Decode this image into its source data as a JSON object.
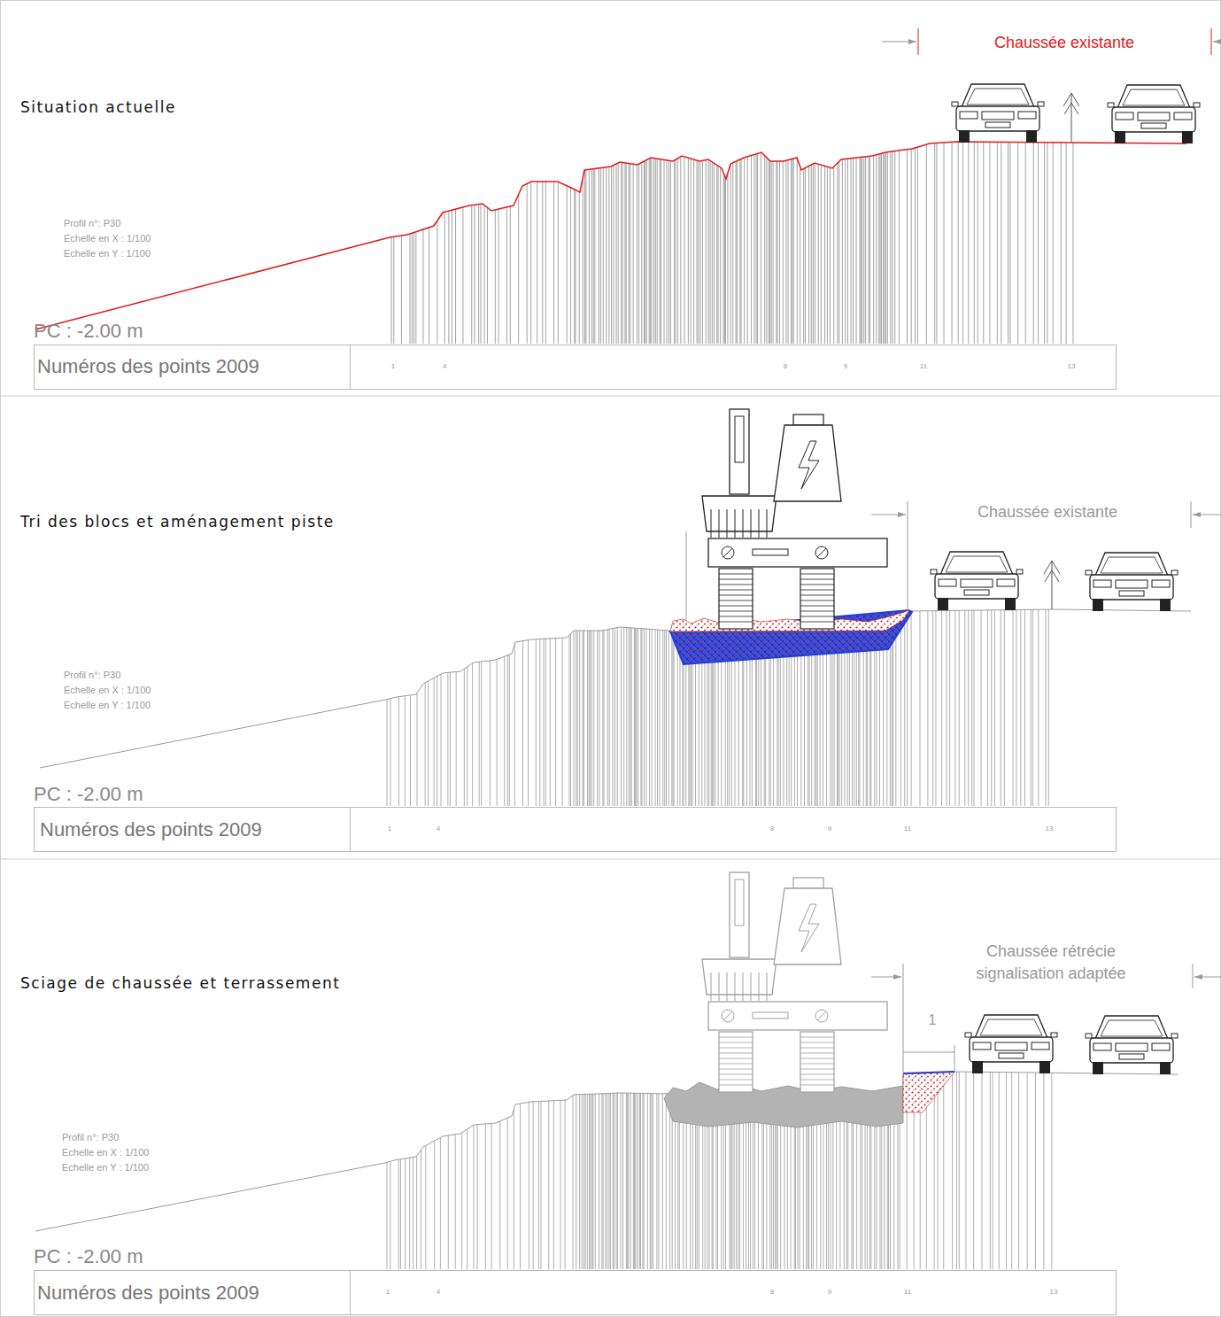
{
  "diagram": {
    "labels": [
      "Chaussée existante",
      "Situation actuelle",
      "Profil n°: P30",
      "Echelle en X : 1/100",
      "Echelle en Y : 1/100",
      "PC : -2.00 m",
      "Numéros des points 2009",
      "1",
      "4",
      "8",
      "9",
      "11",
      "13",
      "Tri des blocs et aménagement piste",
      "Chaussée existante",
      "Profil n°: P30",
      "Echelle en X : 1/100",
      "Echelle en Y : 1/100",
      "PC : -2.00 m",
      "Numéros des points 2009",
      "1",
      "4",
      "8",
      "9",
      "11",
      "13",
      "Sciage de chaussée et terrassement",
      "Chaussée rétrécie signalisation adaptée",
      "1",
      "Profil n°: P30",
      "Echelle en X : 1/100",
      "Echelle en Y : 1/100",
      "PC : -2.00 m",
      "Numéros des points 2009",
      "1",
      "4",
      "8",
      "9",
      "11",
      "13"
    ]
  }
}
